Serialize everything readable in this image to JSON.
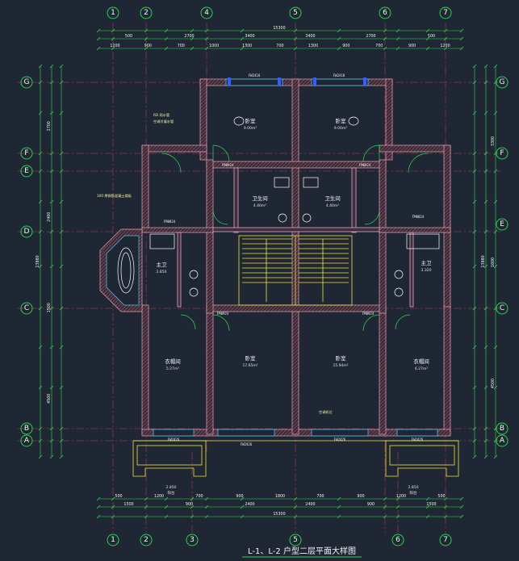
{
  "drawing": {
    "title": "L-1、L-2 户型二层平面大样图",
    "top_total": "15300",
    "bottom_total": "15300",
    "left_total": "13880",
    "right_total": "13880"
  },
  "axes": {
    "top": [
      "1",
      "2",
      "4",
      "5",
      "6",
      "7"
    ],
    "bottom": [
      "1",
      "2",
      "3",
      "5",
      "6",
      "7"
    ],
    "left": [
      "G",
      "F",
      "E",
      "D",
      "C",
      "B",
      "A"
    ],
    "right": [
      "E"
    ]
  },
  "dimensions": {
    "top_row1": [
      "500",
      "2700",
      "3400",
      "3400",
      "2700",
      "500"
    ],
    "top_row2": [
      "1200",
      "900",
      "700",
      "1000",
      "1300",
      "700",
      "1300",
      "900",
      "700",
      "900",
      "1200"
    ],
    "bottom_row1": [
      "1500",
      "900",
      "2400",
      "2400",
      "900",
      "1500"
    ],
    "bottom_row2": [
      "500",
      "1200",
      "700",
      "900",
      "1800",
      "700",
      "900",
      "1200",
      "500"
    ],
    "left_col": [
      "2700",
      "2400",
      "1500",
      "4500"
    ],
    "right_col": [
      "3300",
      "1600",
      "4500"
    ]
  },
  "rooms": [
    {
      "name": "卧室",
      "area": "9.00m²"
    },
    {
      "name": "卧室",
      "area": "9.00m²"
    },
    {
      "name": "卫生间",
      "area": "4.40m²"
    },
    {
      "name": "卫生间",
      "area": "4.40m²"
    },
    {
      "name": "主卫",
      "area": "2.850"
    },
    {
      "name": "主卫",
      "area": "3.320"
    },
    {
      "name": "衣帽间",
      "area": "5.27m²"
    },
    {
      "name": "衣帽间",
      "area": "6.27m²"
    },
    {
      "name": "卧室",
      "area": "17.65m²"
    },
    {
      "name": "卧室",
      "area": "15.94m²"
    },
    {
      "name": "阳台",
      "area": "2.850"
    },
    {
      "name": "阳台",
      "area": "2.850"
    }
  ],
  "codes": {
    "win_top_left": "FW2418",
    "win_top_right": "FW2418",
    "win_bot_left": "FW2426",
    "win_bot_mid_l": "FW2426",
    "win_bot_mid_r": "FW2426",
    "win_bot_right": "FW2426",
    "door_a": "FM0924",
    "door_b": "FM0924",
    "door_c": "FM0824",
    "door_d": "FM0824",
    "door_e": "FM0924",
    "door_f": "FM0924"
  },
  "notes": {
    "n1": "RD 雨水管",
    "n2": "空调冷凝水管",
    "n3": "100 厚钢筋混凝土楼板",
    "n4": "空调机位"
  },
  "colors": {
    "background": "#1e2733",
    "grid_bubble": "#22d84a",
    "wall": "#f0a0b8",
    "stairs": "#f2e23a"
  }
}
